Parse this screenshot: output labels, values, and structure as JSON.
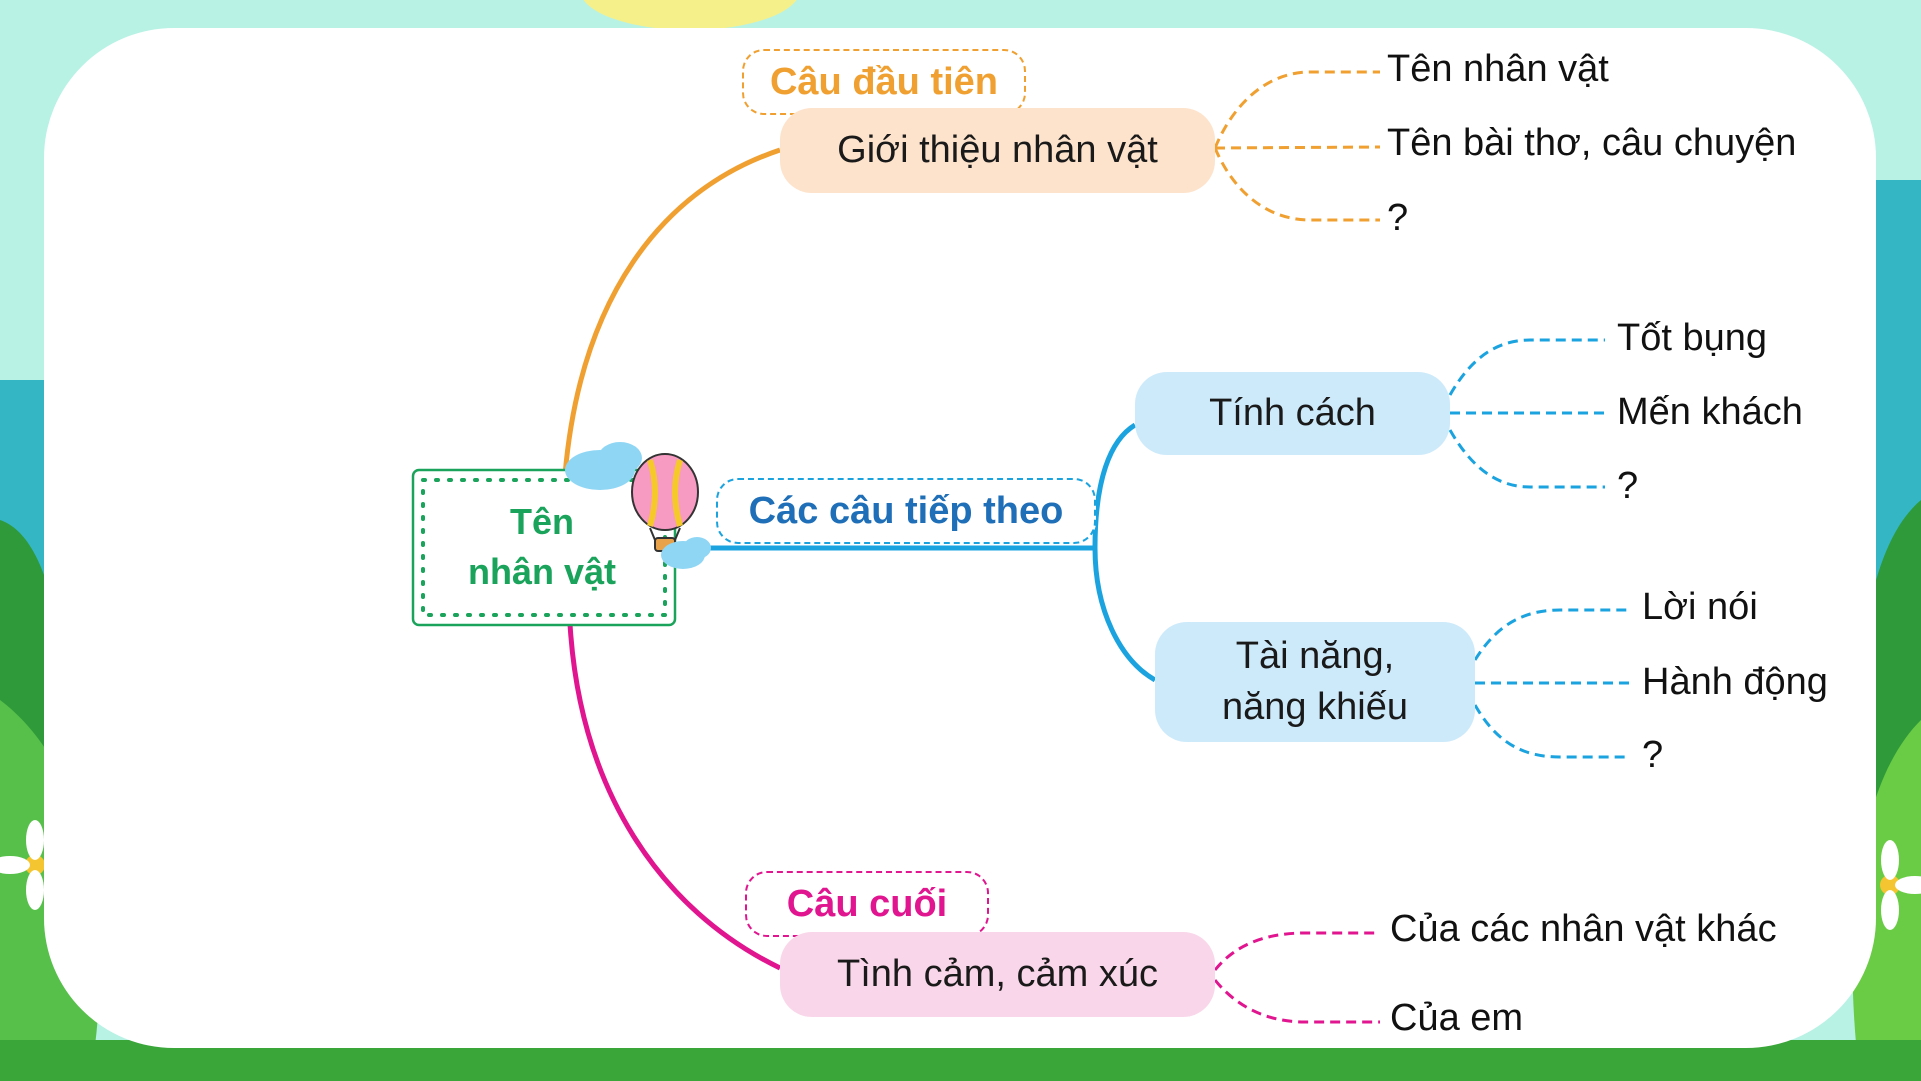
{
  "colors": {
    "orange": "#f0a030",
    "blue": "#1ba3e0",
    "magenta": "#e0158f",
    "green": "#1aa35a",
    "tag_blue_text": "#1f6fb8",
    "pill_peach": "#fde3cc",
    "pill_blue": "#cdeafb",
    "pill_pink": "#f9d6e9"
  },
  "center": {
    "line1": "Tên",
    "line2": "nhân vật",
    "icon": "hot-air-balloon-icon"
  },
  "branch_top": {
    "tag": "Câu đầu tiên",
    "node": "Giới thiệu nhân vật",
    "leaves": [
      "Tên nhân vật",
      "Tên bài thơ, câu chuyện",
      "?"
    ]
  },
  "branch_middle": {
    "tag": "Các câu tiếp theo",
    "node_a": {
      "label": "Tính cách",
      "leaves": [
        "Tốt bụng",
        "Mến khách",
        "?"
      ]
    },
    "node_b": {
      "line1": "Tài năng,",
      "line2": "năng khiếu",
      "leaves": [
        "Lời nói",
        "Hành động",
        "?"
      ]
    }
  },
  "branch_bottom": {
    "tag": "Câu cuối",
    "node": "Tình cảm, cảm xúc",
    "leaves": [
      "Của các nhân vật khác",
      "Của em"
    ]
  }
}
